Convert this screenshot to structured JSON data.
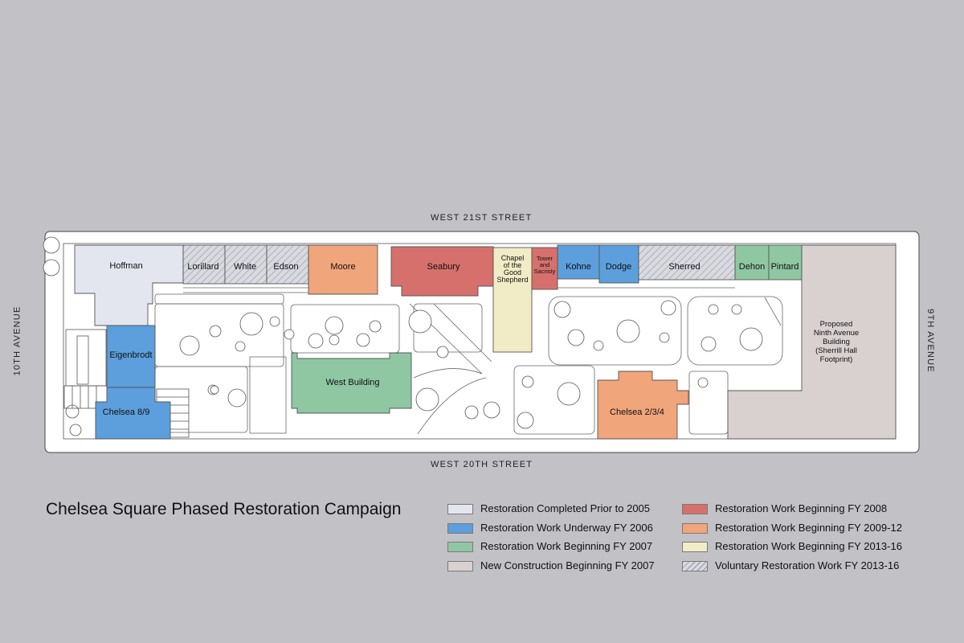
{
  "title": "Chelsea Square Phased Restoration Campaign",
  "streets": {
    "north": "WEST 21ST STREET",
    "south": "WEST 20TH STREET",
    "west": "10TH AVENUE",
    "east": "9TH AVENUE"
  },
  "colors": {
    "completed": "#e4e6ef",
    "underway": "#5c9fdc",
    "fy2007": "#8fc7a2",
    "newconst": "#d9d1d0",
    "fy2008": "#d6706c",
    "fy200912": "#f0a57a",
    "fy201316": "#f2ecc6",
    "voluntary": "#d9dae0"
  },
  "buildings": {
    "hoffman": "Hoffman",
    "lorillard": "Lorillard",
    "white": "White",
    "edson": "Edson",
    "moore": "Moore",
    "seabury": "Seabury",
    "chapel": [
      "Chapel",
      "of the",
      "Good",
      "Shepherd"
    ],
    "tower": [
      "Tower",
      "and",
      "Sacristy"
    ],
    "kohne": "Kohne",
    "dodge": "Dodge",
    "sherred": "Sherred",
    "dehon": "Dehon",
    "pintard": "Pintard",
    "proposed": [
      "Proposed",
      "Ninth Avenue",
      "Building",
      "(Sherrill Hall",
      "Footprint)"
    ],
    "eigenbrodt": "Eigenbrodt",
    "chelsea89": "Chelsea 8/9",
    "west_building": "West Building",
    "chelsea234": "Chelsea 2/3/4"
  },
  "legend": {
    "left": [
      {
        "label": "Restoration Completed Prior to 2005",
        "color": "#e4e6ef"
      },
      {
        "label": "Restoration Work Underway FY 2006",
        "color": "#5c9fdc"
      },
      {
        "label": "Restoration Work Beginning FY 2007",
        "color": "#8fc7a2"
      },
      {
        "label": "New Construction Beginning FY 2007",
        "color": "#d9d1d0"
      }
    ],
    "right": [
      {
        "label": "Restoration Work Beginning FY 2008",
        "color": "#d6706c"
      },
      {
        "label": "Restoration Work Beginning FY 2009-12",
        "color": "#f0a57a"
      },
      {
        "label": "Restoration Work Beginning FY 2013-16",
        "color": "#f2ecc6"
      },
      {
        "label": "Voluntary Restoration Work FY 2013-16",
        "hatch": true
      }
    ]
  }
}
